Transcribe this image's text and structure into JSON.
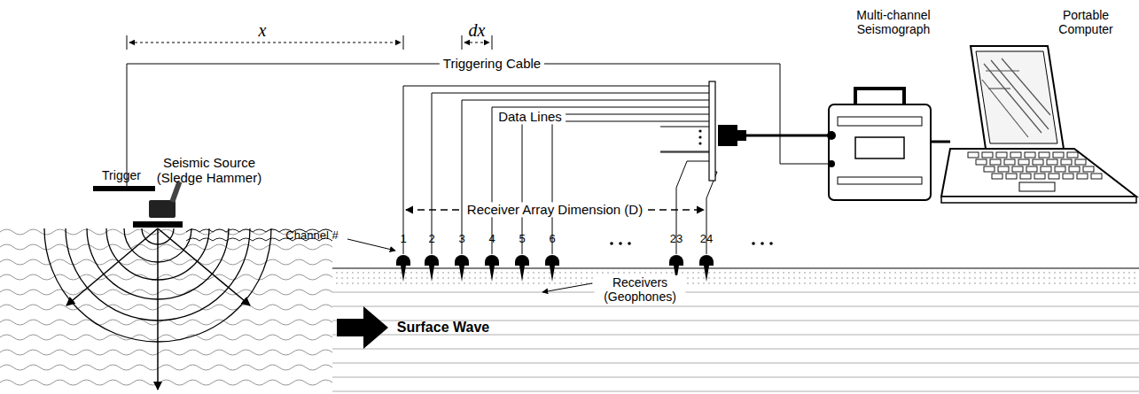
{
  "diagram": {
    "labels": [
      "x",
      "dx",
      "Triggering Cable",
      "Multi-channel Seismograph",
      "Portable Computer",
      "Data Lines",
      "Receiver Array Dimension (D)",
      "Trigger",
      "Seismic Source (Sledge Hammer)",
      "Channel #",
      "1",
      "2",
      "3",
      "4",
      "5",
      "6",
      "23",
      "24",
      "Receivers (Geophones)",
      "Surface Wave"
    ]
  }
}
